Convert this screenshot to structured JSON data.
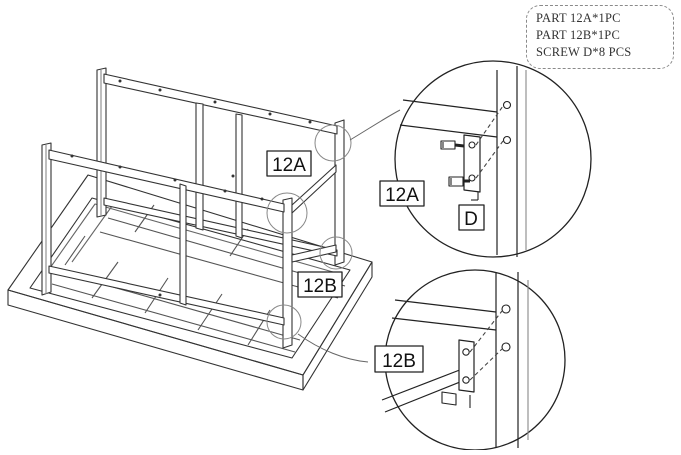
{
  "parts_list": [
    "PART 12A*1PC",
    "PART 12B*1PC",
    "SCREW D*8 PCS"
  ],
  "labels": {
    "part_12a": "12A",
    "part_12b": "12B",
    "screw_d": "D"
  },
  "colors": {
    "line": "#222222",
    "frame_gray": "#9a9a9a",
    "box_border": "#8a8a8a"
  }
}
